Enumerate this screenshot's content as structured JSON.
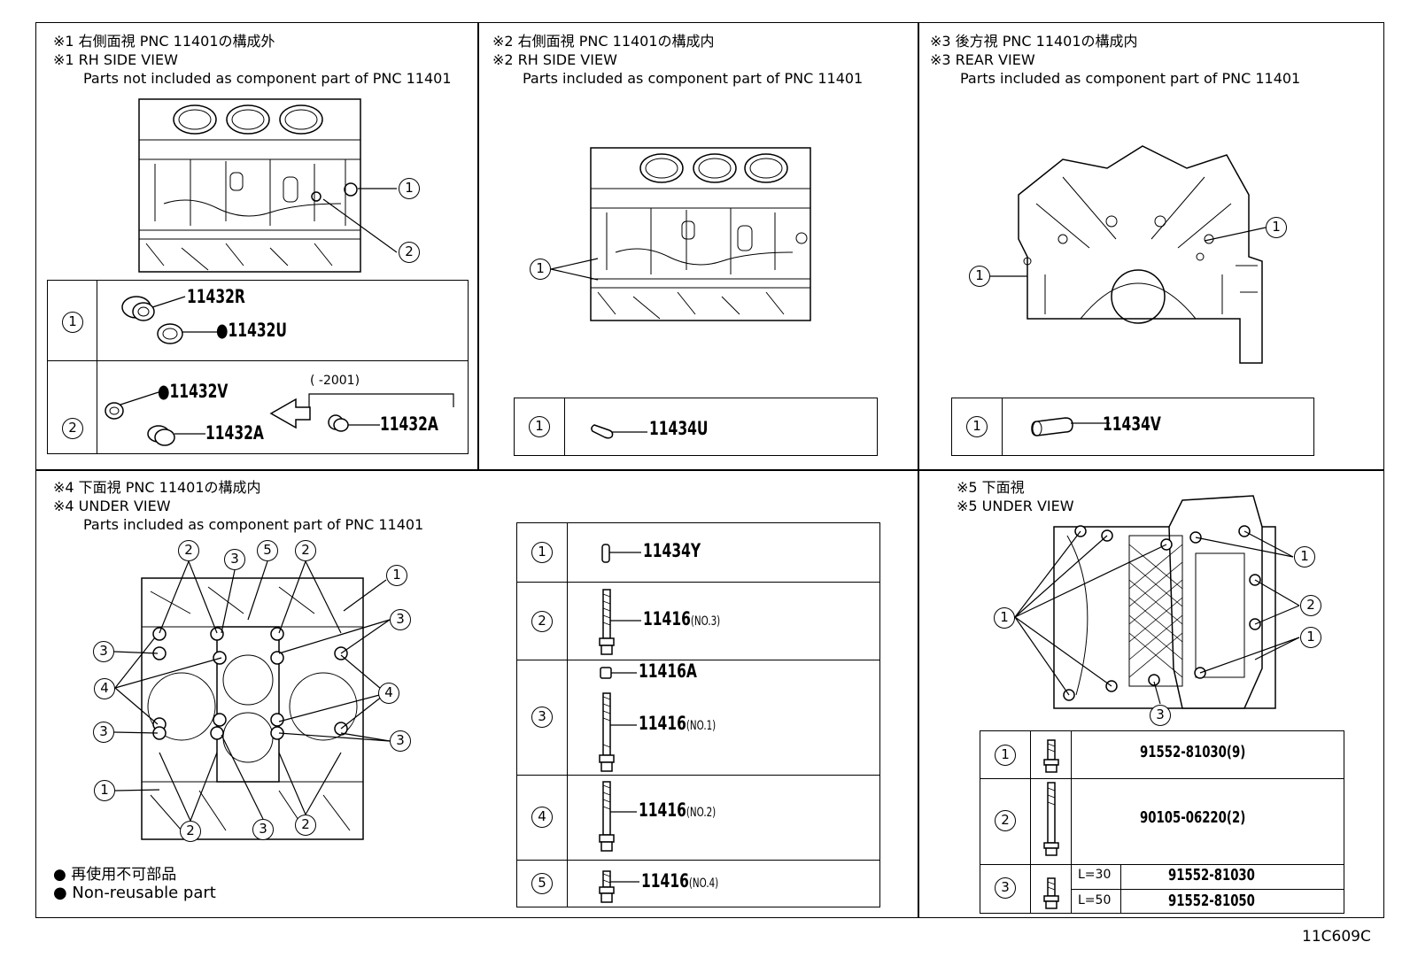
{
  "panel1": {
    "title_ja": "※1 右側面視 PNC 11401の構成外",
    "title_en": "※1 RH SIDE VIEW",
    "subtitle": "Parts not included as component part of PNC 11401",
    "callouts": [
      "1",
      "2"
    ],
    "rows": [
      {
        "idx": "1",
        "parts": [
          "11432R",
          "●11432U"
        ]
      },
      {
        "idx": "2",
        "parts": [
          "●11432V",
          "11432A",
          "11432A"
        ],
        "range": "(      -2001)"
      }
    ]
  },
  "panel2": {
    "title_ja": "※2 右側面視 PNC 11401の構成内",
    "title_en": "※2 RH SIDE VIEW",
    "subtitle": "Parts included as component part of PNC 11401",
    "callouts": [
      "1"
    ],
    "rows": [
      {
        "idx": "1",
        "part": "11434U"
      }
    ]
  },
  "panel3": {
    "title_ja": "※3 後方視 PNC 11401の構成内",
    "title_en": "※3 REAR VIEW",
    "subtitle": "Parts included as component part of PNC 11401",
    "callouts": [
      "1",
      "1"
    ],
    "rows": [
      {
        "idx": "1",
        "part": "11434V"
      }
    ]
  },
  "panel4": {
    "title_ja": "※4 下面視 PNC 11401の構成内",
    "title_en": "※4 UNDER VIEW",
    "subtitle": "Parts included as component part of PNC 11401",
    "callouts": [
      "2",
      "3",
      "5",
      "2",
      "1",
      "3",
      "3",
      "4",
      "4",
      "3",
      "3",
      "1",
      "2",
      "3",
      "2"
    ],
    "legend": [
      "● 再使用不可部品",
      "● Non-reusable part"
    ],
    "rows": [
      {
        "idx": "1",
        "part": "11434Y",
        "note": ""
      },
      {
        "idx": "2",
        "part": "11416",
        "note": "(NO.3)"
      },
      {
        "idx": "3",
        "part_a": "11416A",
        "part": "11416",
        "note": "(NO.1)"
      },
      {
        "idx": "4",
        "part": "11416",
        "note": "(NO.2)"
      },
      {
        "idx": "5",
        "part": "11416",
        "note": "(NO.4)"
      }
    ]
  },
  "panel5": {
    "title_ja": "※5 下面視",
    "title_en": "※5 UNDER VIEW",
    "callouts": [
      "1",
      "1",
      "2",
      "1",
      "3"
    ],
    "rows": [
      {
        "idx": "1",
        "part": "91552-81030(9)"
      },
      {
        "idx": "2",
        "part": "90105-06220(2)"
      },
      {
        "idx": "3",
        "sub": [
          {
            "len": "L=30",
            "part": "91552-81030"
          },
          {
            "len": "L=50",
            "part": "91552-81050"
          }
        ]
      }
    ]
  },
  "figure_code": "11C609C"
}
